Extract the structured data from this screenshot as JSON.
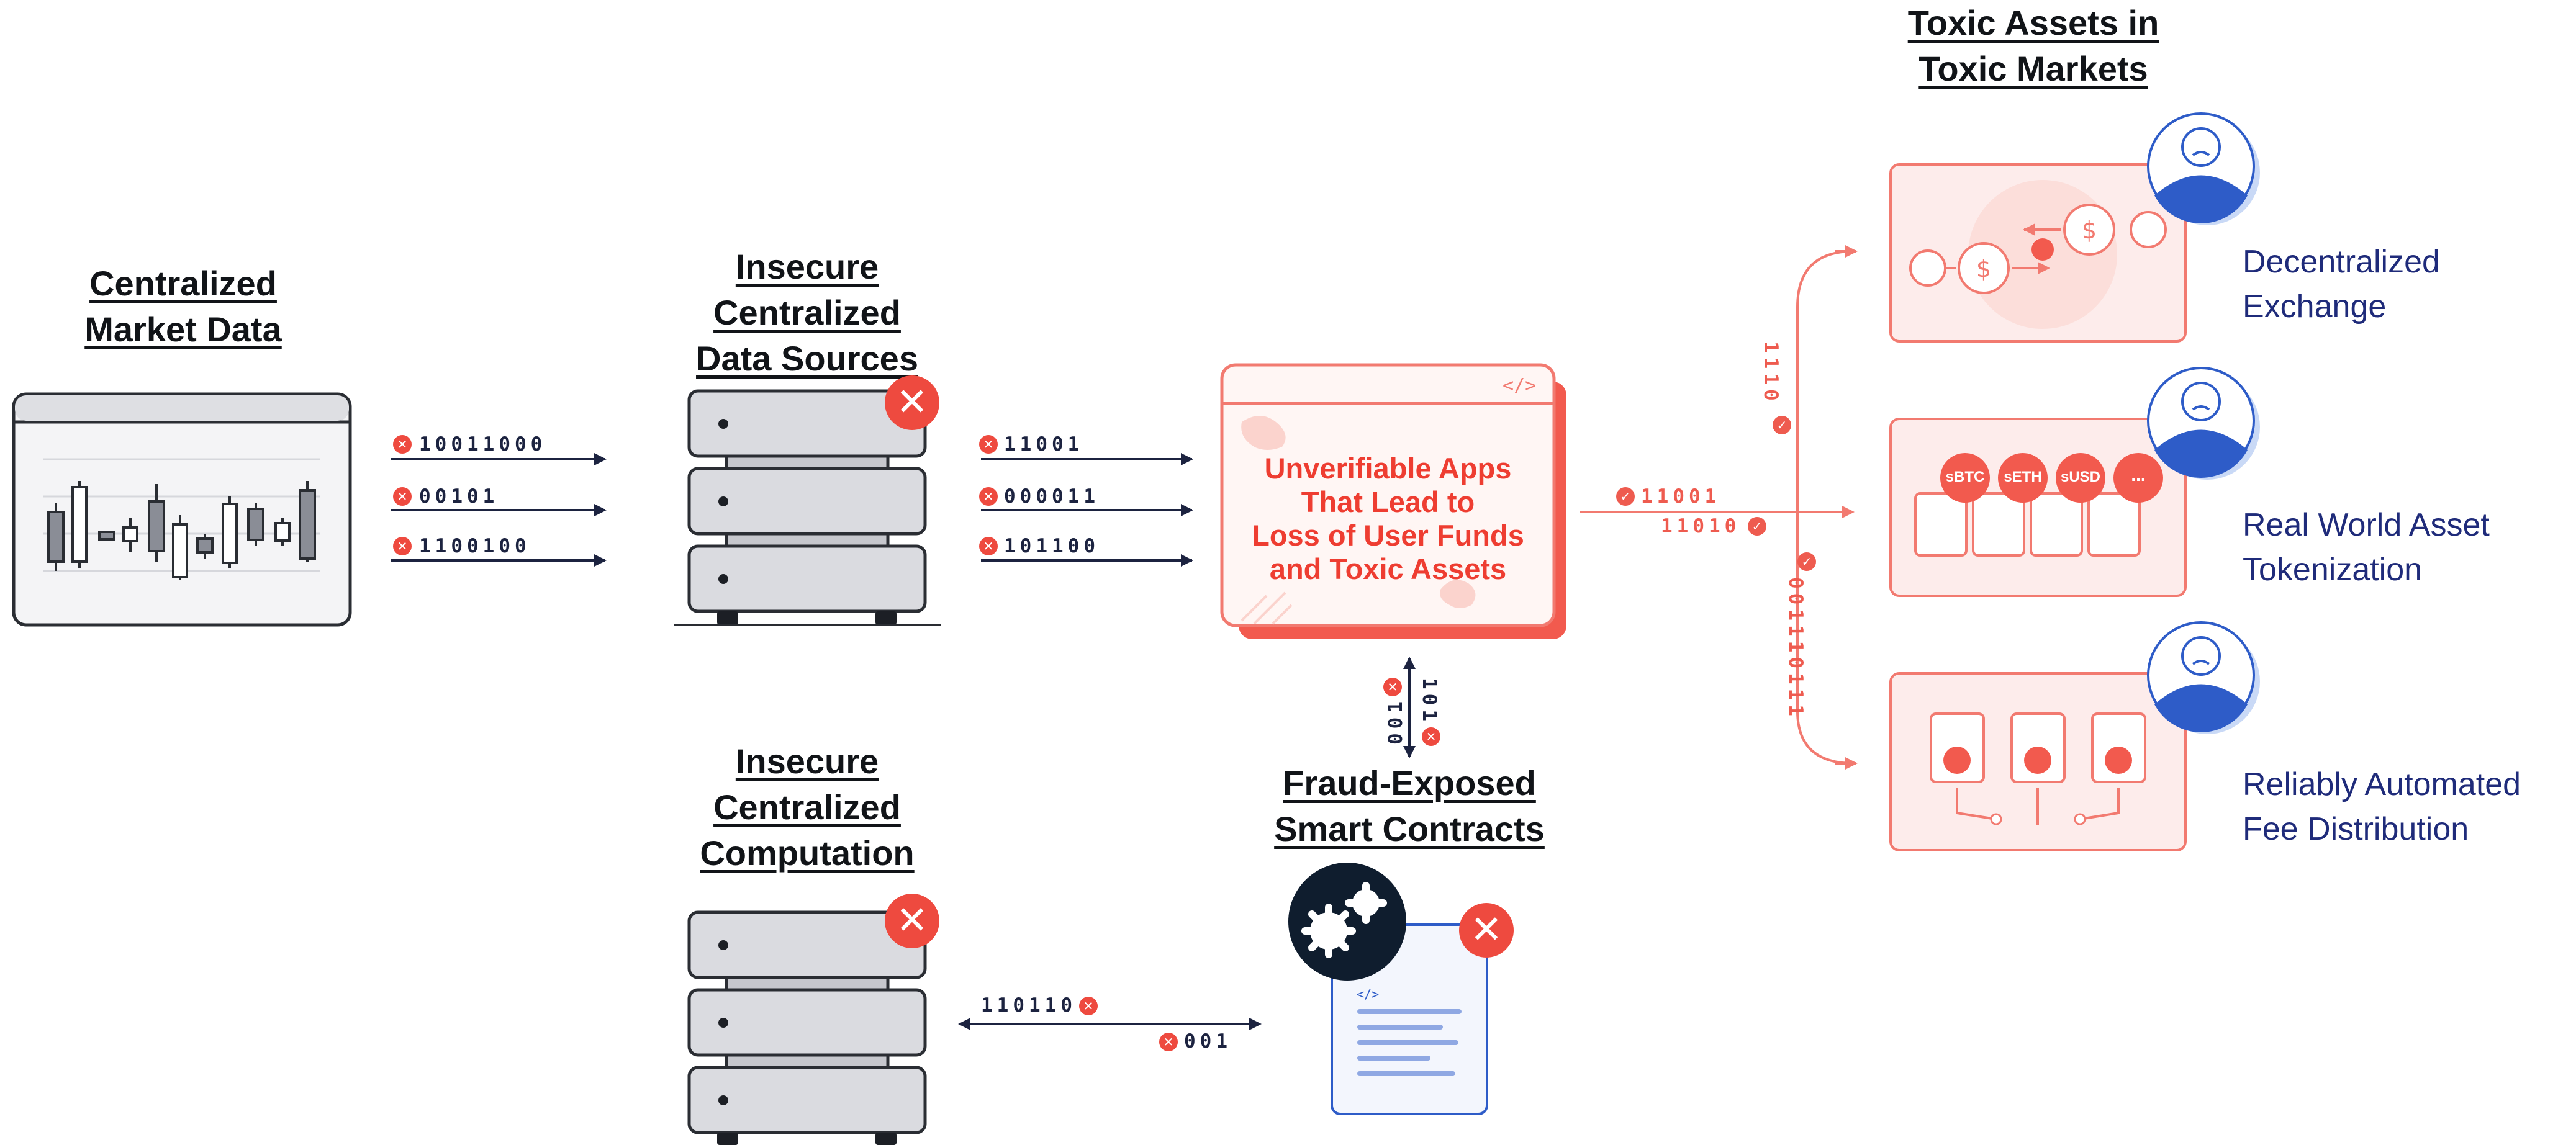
{
  "headings": {
    "market_data": [
      "Centralized",
      "Market Data"
    ],
    "data_sources": [
      "Insecure",
      "Centralized",
      "Data Sources"
    ],
    "computation": [
      "Insecure",
      "Centralized",
      "Computation"
    ],
    "smart_contracts": [
      "Fraud-Exposed",
      "Smart Contracts"
    ],
    "toxic": [
      "Toxic Assets in",
      "Toxic Markets"
    ]
  },
  "center_app": {
    "code_tag": "</>",
    "lines": [
      "Unverifiable Apps",
      "That Lead to",
      "Loss of User Funds",
      "and Toxic Assets"
    ]
  },
  "bits": {
    "market_to_sources": [
      "10011000",
      "00101",
      "1100100"
    ],
    "sources_to_app": [
      "11001",
      "000011",
      "101100"
    ],
    "app_to_markets_top": "11001",
    "app_to_markets_bottom": "11010",
    "vertical_left": "001",
    "vertical_right": "101",
    "branch_up": "1110",
    "branch_down": "001110111",
    "computation_top": "110110",
    "computation_bottom": "001"
  },
  "tokens": [
    "sBTC",
    "sETH",
    "sUSD",
    "..."
  ],
  "code_tag_doc": "</>",
  "use_cases": [
    [
      "Decentralized",
      "Exchange"
    ],
    [
      "Real World Asset",
      "Tokenization"
    ],
    [
      "Reliably Automated",
      "Fee Distribution"
    ]
  ],
  "colors": {
    "dark": "#111418",
    "red": "#ee4a3f",
    "navy": "#1f2b7a",
    "blue": "#2e5cc8"
  }
}
